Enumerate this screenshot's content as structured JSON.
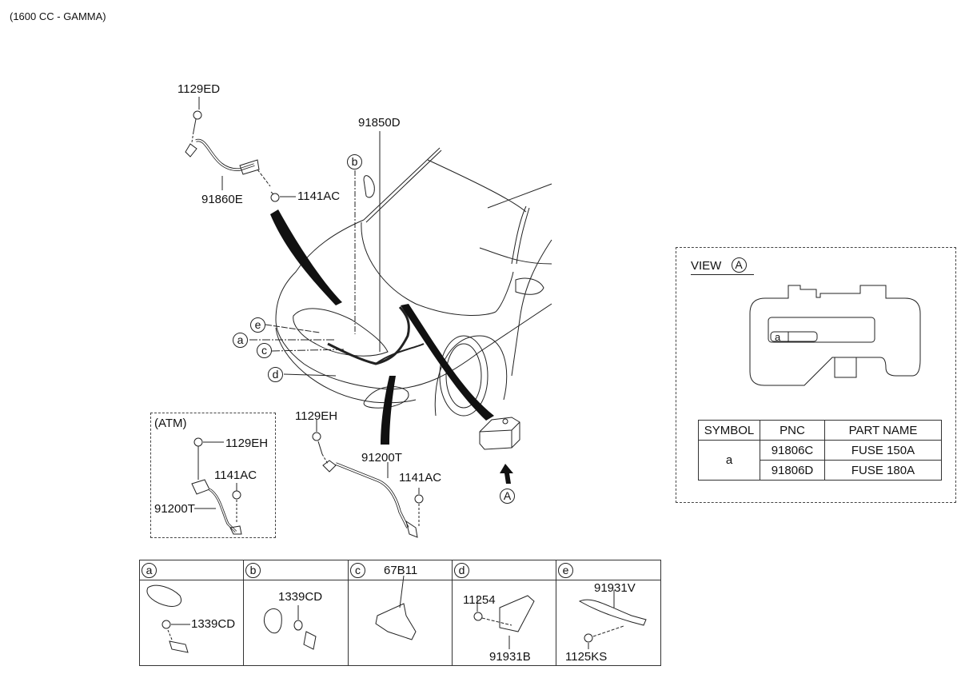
{
  "title": "(1600 CC - GAMMA)",
  "main_diagram": {
    "callouts": {
      "top_bolt": "1129ED",
      "battery_cable": "91860E",
      "battery_nut": "1141AC",
      "main_harness": "91850D",
      "front_bolt": "1129EH",
      "front_cable": "91200T",
      "front_nut": "1141AC"
    },
    "detail_markers": [
      "a",
      "b",
      "c",
      "d",
      "e"
    ],
    "view_marker": "A"
  },
  "atm_box": {
    "title": "(ATM)",
    "bolt": "1129EH",
    "nut": "1141AC",
    "cable": "91200T"
  },
  "view_a": {
    "title": "VIEW",
    "marker": "A",
    "fuse_slot_label": "a",
    "table": {
      "headers": [
        "SYMBOL",
        "PNC",
        "PART NAME"
      ],
      "symbol": "a",
      "rows": [
        {
          "pnc": "91806C",
          "part_name": "FUSE 150A"
        },
        {
          "pnc": "91806D",
          "part_name": "FUSE 180A"
        }
      ]
    }
  },
  "detail_table": [
    {
      "marker": "a",
      "code": "",
      "parts": [
        "1339CD"
      ]
    },
    {
      "marker": "b",
      "code": "",
      "parts": [
        "1339CD"
      ]
    },
    {
      "marker": "c",
      "code": "67B11",
      "parts": []
    },
    {
      "marker": "d",
      "code": "",
      "parts": [
        "11254",
        "91931B"
      ]
    },
    {
      "marker": "e",
      "code": "",
      "parts": [
        "91931V",
        "1125KS"
      ]
    }
  ]
}
